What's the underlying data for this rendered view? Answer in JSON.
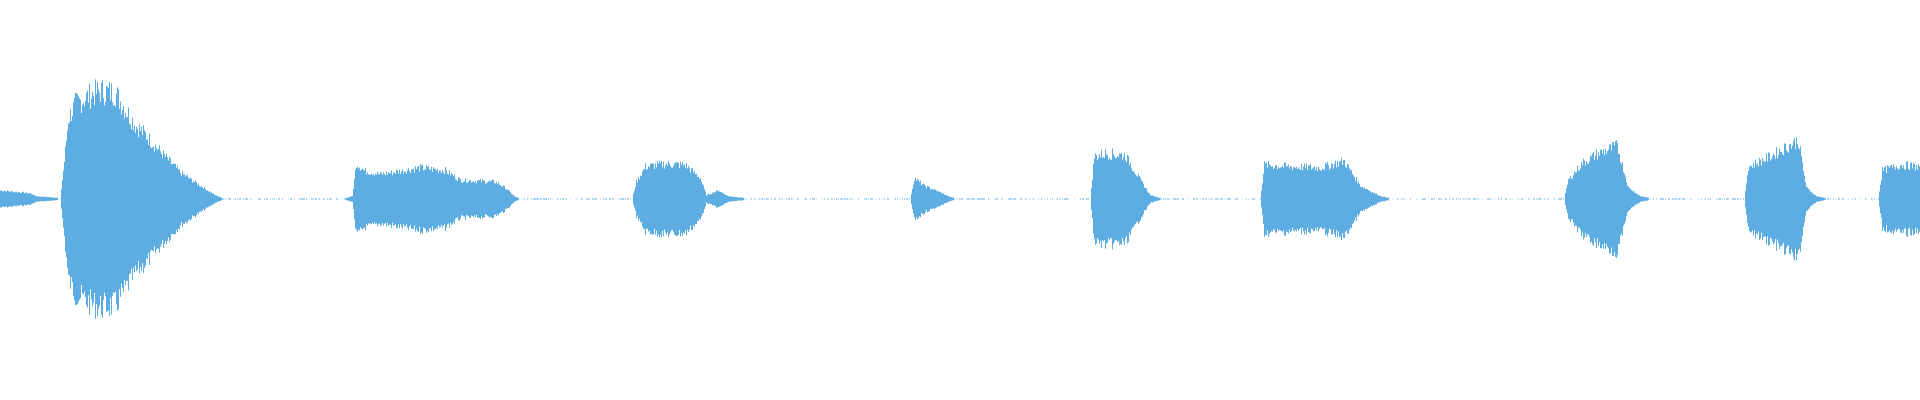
{
  "chart_data": {
    "type": "waveform",
    "color": "#5DADE2",
    "background": "#FFFFFF",
    "axes": "none",
    "grid": false,
    "legend": "none"
  }
}
